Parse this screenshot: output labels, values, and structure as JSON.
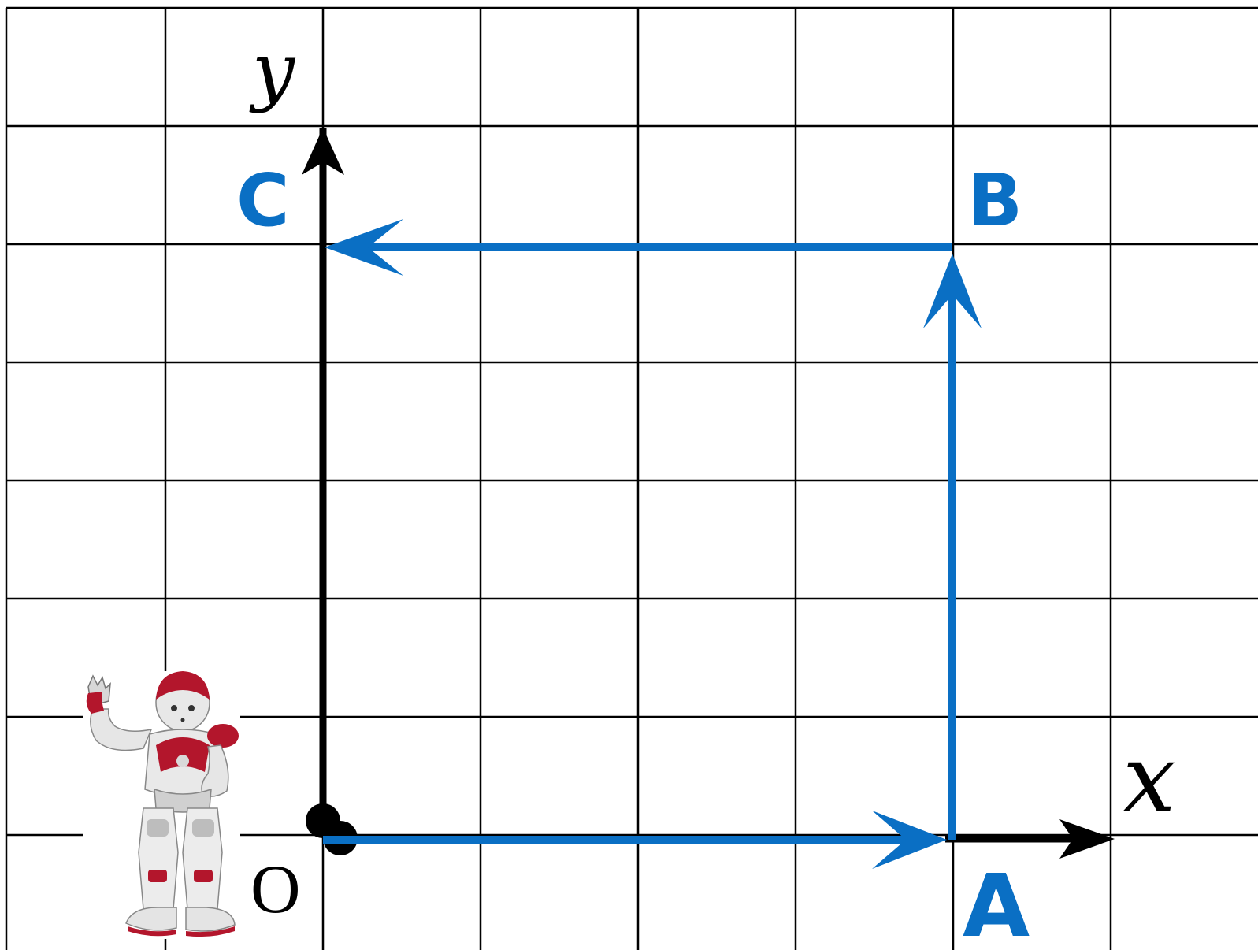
{
  "diagram": {
    "colors": {
      "path": "#0a6fc4",
      "axes": "#000000",
      "grid": "#000000",
      "background": "#ffffff",
      "robot_accent": "#b3162c",
      "robot_body": "#e6e6e6"
    },
    "labels": {
      "x_axis": "x",
      "y_axis": "y",
      "origin": "O",
      "point_a": "A",
      "point_b": "B",
      "point_c": "C"
    },
    "path_order": [
      "O",
      "A",
      "B",
      "C"
    ],
    "icons": {
      "robot": "humanoid-robot-icon"
    }
  }
}
